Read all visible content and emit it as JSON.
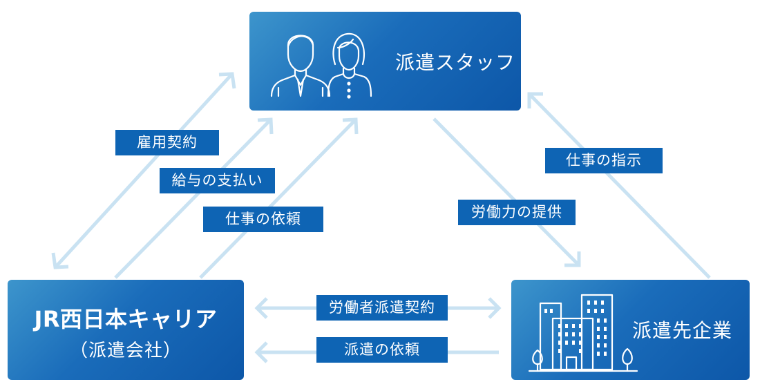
{
  "nodes": {
    "staff": {
      "label": "派遣スタッフ"
    },
    "company": {
      "label": "JR西日本キャリア",
      "sublabel": "（派遣会社）"
    },
    "client": {
      "label": "派遣先企業"
    }
  },
  "relations": {
    "employment_contract": "雇用契約",
    "salary_payment": "給与の支払い",
    "work_request": "仕事の依頼",
    "labor_supply": "労働力の提供",
    "work_instruction": "仕事の指示",
    "dispatch_contract": "労働者派遣契約",
    "dispatch_request": "派遣の依頼"
  },
  "icons": {
    "staff": "staff-people-icon",
    "client": "office-buildings-icon"
  },
  "colors": {
    "box_gradient_light": "#3d95cc",
    "box_gradient_dark": "#0d57a8",
    "label_bg": "#0e64b4",
    "arrow": "#c9e2f2",
    "text_on_box": "#ffffff"
  }
}
